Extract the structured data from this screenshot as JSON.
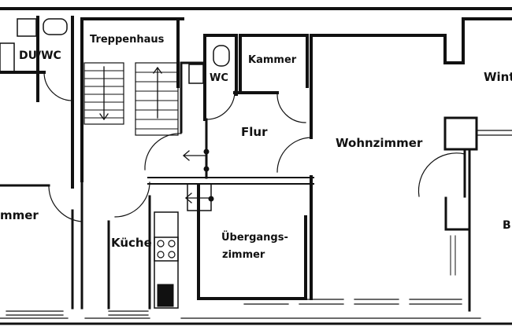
{
  "rooms": {
    "du_wc": "DU/WC",
    "treppenhaus": "Treppenhaus",
    "wc": "WC",
    "kammer": "Kammer",
    "flur": "Flur",
    "wohnzimmer": "Wohnzimmer",
    "winter_partial": "Wint",
    "zimmer_partial": "mmer",
    "kueche": "Küche",
    "uebergang_line1": "Übergangs-",
    "uebergang_line2": "zimmer",
    "bad_partial": "B"
  },
  "colors": {
    "wall": "#111111",
    "background": "#ffffff"
  }
}
